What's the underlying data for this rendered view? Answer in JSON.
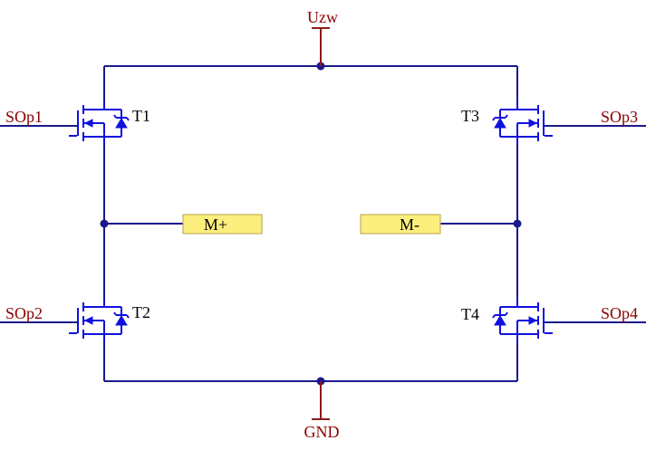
{
  "power": {
    "top": "Uzw",
    "bottom": "GND"
  },
  "transistors": [
    {
      "designator": "T1",
      "gate_net": "SOp1"
    },
    {
      "designator": "T2",
      "gate_net": "SOp2"
    },
    {
      "designator": "T3",
      "gate_net": "SOp3"
    },
    {
      "designator": "T4",
      "gate_net": "SOp4"
    }
  ],
  "ports": {
    "left": "M+",
    "right": "M-"
  },
  "colors": {
    "wire": "#1a1a8c",
    "transistor": "#1010e0",
    "net_label": "#8b0000",
    "port_fill": "#fbee7c"
  }
}
